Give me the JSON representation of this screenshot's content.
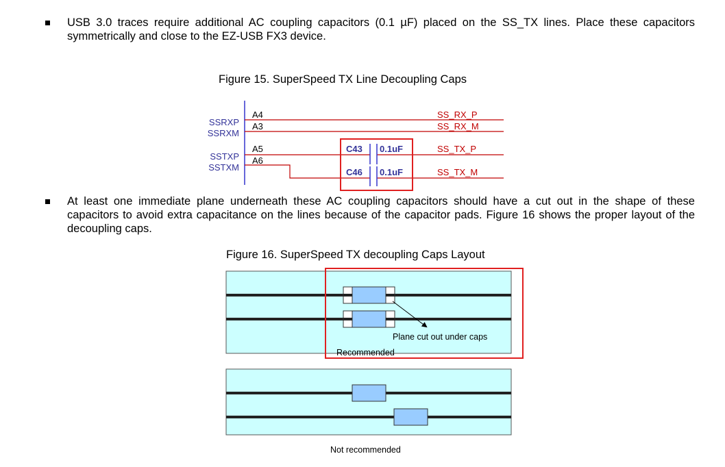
{
  "paragraphs": {
    "p1": "USB 3.0 traces require additional AC coupling capacitors (0.1 µF) placed on the SS_TX lines. Place these capacitors symmetrically and close to the EZ-USB FX3 device.",
    "p2": "At least one immediate plane underneath these AC coupling capacitors should have a cut out in the shape of these capacitors to avoid extra capacitance on the lines because of the capacitor pads. Figure 16 shows the proper layout of the decoupling caps."
  },
  "figure15": {
    "caption": "Figure 15. SuperSpeed TX Line Decoupling Caps",
    "left_labels": {
      "ssrxp": "SSRXP",
      "ssrxm": "SSRXM",
      "sstxp": "SSTXP",
      "sstxm": "SSTXM"
    },
    "pins": {
      "a4": "A4",
      "a3": "A3",
      "a5": "A5",
      "a6": "A6"
    },
    "caps": [
      {
        "ref": "C43",
        "value": "0.1uF"
      },
      {
        "ref": "C46",
        "value": "0.1uF"
      }
    ],
    "nets": {
      "ss_rx_p": "SS_RX_P",
      "ss_rx_m": "SS_RX_M",
      "ss_tx_p": "SS_TX_P",
      "ss_tx_m": "SS_TX_M"
    },
    "colors": {
      "trace": "#c00000",
      "pin_bar": "#3333cc",
      "highlight": "#e02020"
    }
  },
  "figure16": {
    "caption": "Figure 16. SuperSpeed TX decoupling Caps Layout",
    "recommended_label": "Recommended",
    "annotation": "Plane cut out under caps",
    "not_recommended_label": "Not recommended",
    "colors": {
      "board": "#ccffff",
      "cap": "#99ccff",
      "trace": "#222222",
      "highlight": "#e02020"
    }
  }
}
